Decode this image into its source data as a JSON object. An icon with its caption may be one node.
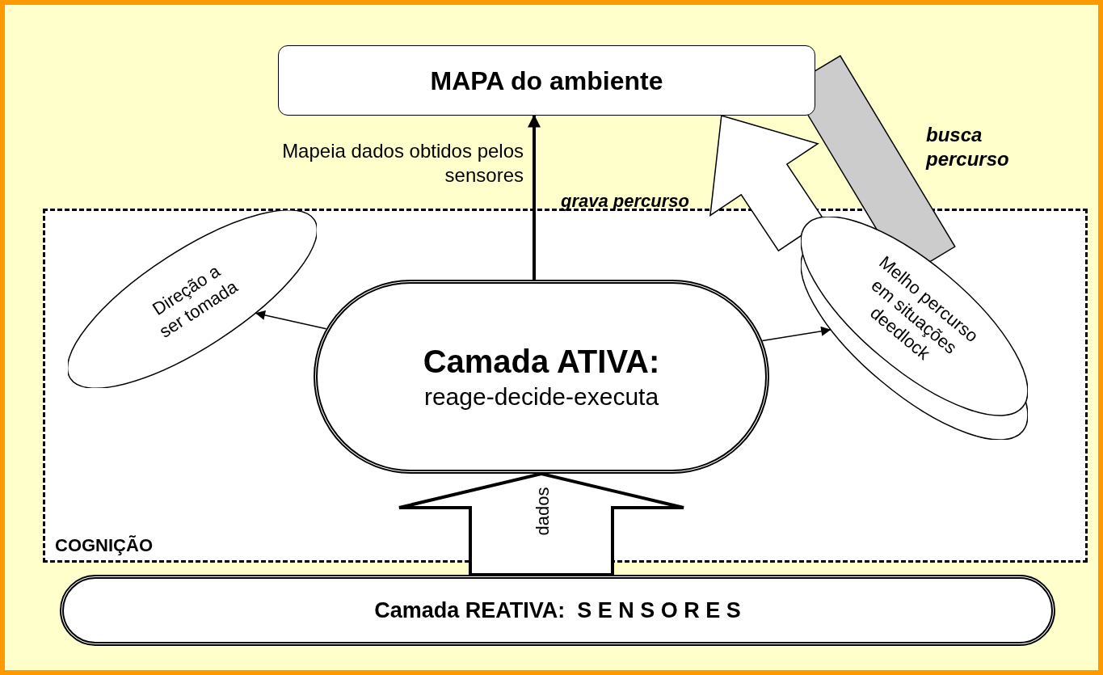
{
  "diagram": {
    "nodes": [
      {
        "text": [
          "MAPA do ambiente"
        ]
      },
      {
        "text": [
          "COGNIÇÃO"
        ]
      },
      {
        "text": [
          "Direção a ser tomada"
        ],
        "in": 1
      },
      {
        "text": [
          "Camada ATIVA:",
          "reage-decide-executa"
        ],
        "in": 1
      },
      {
        "text": [
          "Melho percurso em situações deedlock"
        ],
        "in": 1
      },
      {
        "text": [
          "Camada REATIVA:  S E N S O R E S"
        ]
      }
    ],
    "edges": [
      {
        "from": 3,
        "to": 0,
        "arrow": "to",
        "label": "Mapeia dados obtidos pelos sensores",
        "style": "thick"
      },
      {
        "from": 3,
        "to": 2,
        "arrow": "to"
      },
      {
        "from": 3,
        "to": 4,
        "arrow": "to"
      },
      {
        "from": 5,
        "to": 3,
        "arrow": "to",
        "label": "dados",
        "style": "thick"
      },
      {
        "from": 4,
        "to": 0,
        "arrow": "to",
        "label": "grava percurso"
      },
      {
        "from": 0,
        "to": 4,
        "arrow": "none",
        "label": "busca percurso",
        "color": "#cccccc"
      }
    ]
  }
}
